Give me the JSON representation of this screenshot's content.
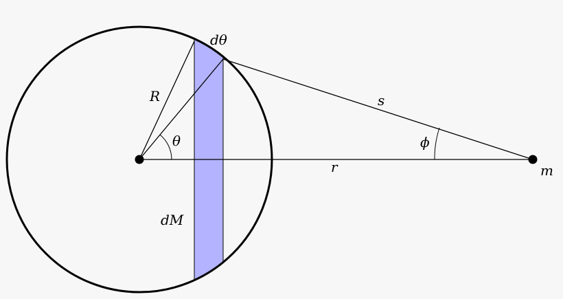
{
  "labels": {
    "d_theta": "dθ",
    "radius": "R",
    "theta": "θ",
    "s": "s",
    "phi": "ϕ",
    "r": "r",
    "m": "m",
    "dM": "dM"
  },
  "colors": {
    "background": "#f7f7f7",
    "stroke": "#000000",
    "strip_fill": "#b3b3ff"
  }
}
